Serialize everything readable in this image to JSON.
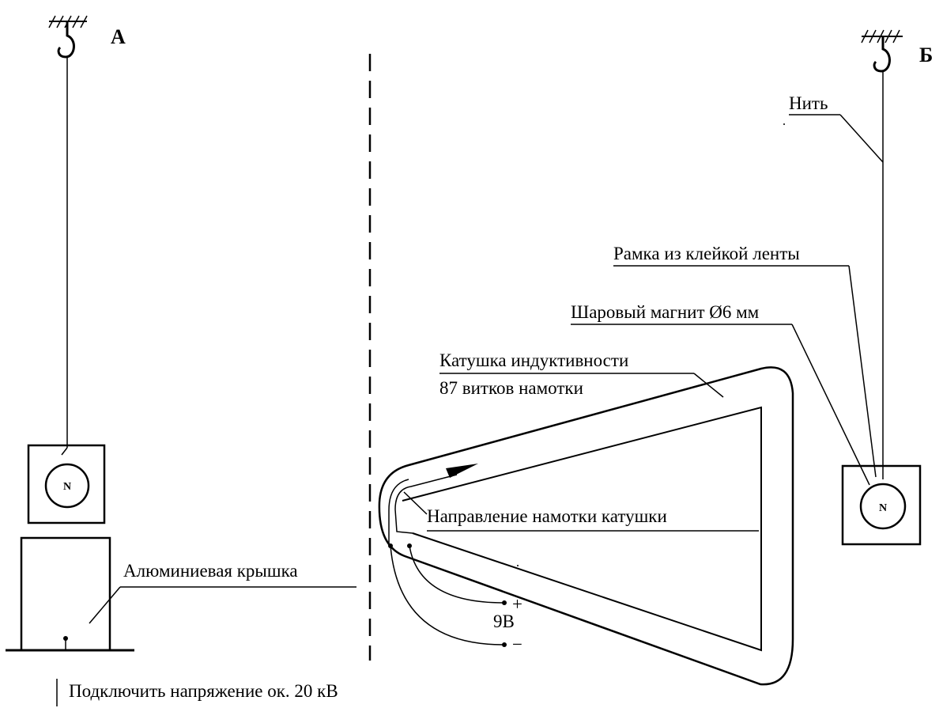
{
  "diagram": {
    "setup_a": {
      "letter": "А",
      "magnet_pole": "N"
    },
    "setup_b": {
      "letter": "Б",
      "magnet_pole": "N"
    },
    "labels": {
      "thread": "Нить",
      "tape_frame": "Рамка из клейкой ленты",
      "ball_magnet": "Шаровый магнит Ø6 мм",
      "coil_line1": "Катушка индуктивности",
      "coil_line2": "87 витков намотки",
      "winding_direction": "Направление намотки катушки",
      "aluminum_lid": "Алюминиевая крышка",
      "voltage": "Подключить напряжение ок. 20 кВ",
      "battery": "9В",
      "plus": "+",
      "minus": "−"
    },
    "colors": {
      "ink": "#000000",
      "background": "#ffffff"
    }
  }
}
